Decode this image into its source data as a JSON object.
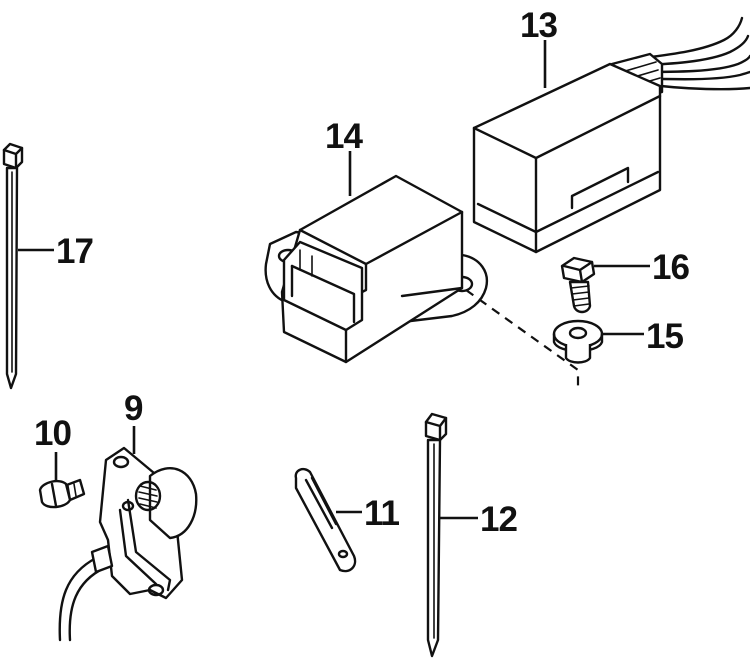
{
  "callouts": {
    "p9": "9",
    "p10": "10",
    "p11": "11",
    "p12": "12",
    "p13": "13",
    "p14": "14",
    "p15": "15",
    "p16": "16",
    "p17": "17"
  },
  "colors": {
    "line": "#111111",
    "background": "#ffffff"
  }
}
